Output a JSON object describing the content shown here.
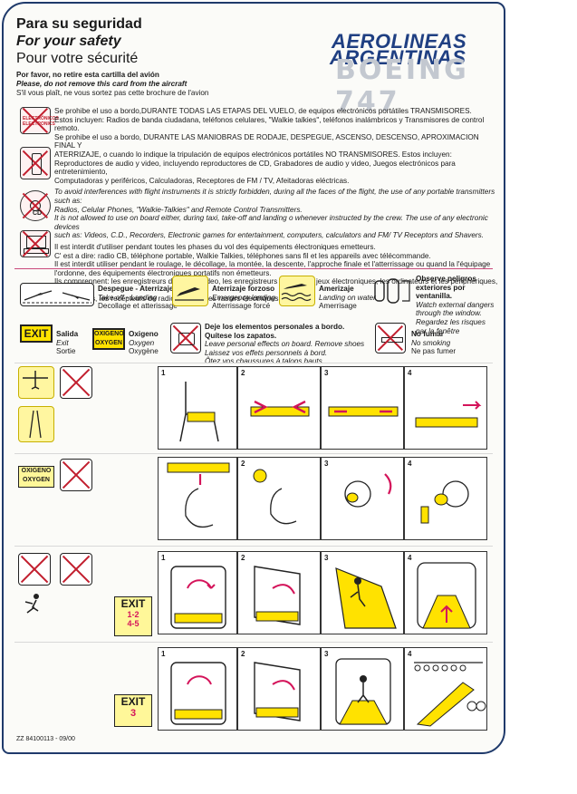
{
  "header": {
    "title_es": "Para su seguridad",
    "title_en": "For your safety",
    "title_fr": "Pour votre sécurité",
    "warn_es": "Por favor, no retire esta cartilla del avión",
    "warn_en": "Please, do not remove this card from the aircraft",
    "warn_fr": "S'il vous plaît, ne vous sortez pas cette brochure de l'avion",
    "brand_line1": "AEROLINEAS",
    "brand_line2": "ARGENTINAS",
    "aircraft": "BOEING 747"
  },
  "electronics": {
    "icon1_label": "ELECTRÓNICOS ELECTRONICS",
    "icon_cd": "CD",
    "es": [
      "Se prohibe el uso a bordo,DURANTE TODAS LAS ETAPAS DEL VUELO, de equipos electrónicos portátiles TRANSMISORES.",
      "Estos incluyen: Radios de banda ciudadana, teléfonos celulares, \"Walkie talkies\", teléfonos inalámbricos y Transmisores de control remoto.",
      "Se prohibe el uso a bordo, DURANTE LAS MANIOBRAS DE RODAJE, DESPEGUE, ASCENSO, DESCENSO, APROXIMACION FINAL Y",
      "ATERRIZAJE, o cuando lo indique la tripulación de equipos electrónicos portátiles NO TRANSMISORES. Estos incluyen:",
      "Reproductores de audio y video, incluyendo reproductores de CD, Grabadores de audio y video, Juegos electrónicos para entretenimiento,",
      "Computadoras y periféricos, Calculadoras, Receptores de FM / TV, Afeitadoras eléctricas."
    ],
    "en": [
      "To avoid interferences with flight instruments it is strictly forbidden, during all the faces of the flight, the use of any portable transmitters such as:",
      "Radios, Celular Phones, \"Walkie-Talkies\" and Remote Control Transmitters.",
      "It is not allowed to use on board either, during taxi, take-off and landing o whenever instructed by the crew. The use of any electronic devices",
      "such as: Videos, C.D., Recorders, Electronic games for entertainment, computers, calculators and FM/ TV Receptors and Shavers."
    ],
    "fr": [
      "Il est interdit d'utiliser pendant toutes les phases du vol des équipements électroniques emetteurs.",
      "C' est a dire: radio CB, téléphone portable, Walkie Talkies, téléphones sans fil et les appareils avec télécommande.",
      "Il est interdit utiliser pendant le roulage, le décollage, la montée, la descente, l'approche finale et l'atterrissage ou quand la l'équipage",
      "l'ordonne, des équipements électroniques portatifs non émetteurs.",
      "Ils comprennent: les enregistreurs de son et video, les enregistreurs de CD, les jeux électroniques, les ordinateurs et les péripheriques, les",
      "calculatrices, les recepteurs de radio ou TV et les rasoirs électriques."
    ]
  },
  "legend": {
    "takeoff": [
      "Despegue - Aterrizaje",
      "Take off - Landing",
      "Decollage et atterissage"
    ],
    "forced": [
      "Aterrizaje forzoso",
      "Emergency landing",
      "Atterrissage forcé"
    ],
    "water": [
      "Amerizaje",
      "Landing on water",
      "Amerrisage"
    ],
    "window": [
      "Observe peligros",
      "exteriores por ventanilla.",
      "Watch external dangers",
      "through the window.",
      "Regardez les risques",
      "par la fenêtre"
    ],
    "exit_label": "EXIT",
    "exit": [
      "Salida",
      "Exit",
      "Sortie"
    ],
    "oxygen_box": [
      "OXIGENO",
      "OXYGEN"
    ],
    "oxygen": [
      "Oxigeno",
      "Oxygen",
      "Oxygène"
    ],
    "belongings": [
      "Deje los elementos personales a bordo.",
      "Quítese los zapatos.",
      "Leave personal effects on board. Remove shoes",
      "Laissez vos effets personnels à bord.",
      "Ôtez vos chaussures à talons hauts."
    ],
    "nosmoking": [
      "No fumar",
      "No smoking",
      "Ne pas fumer"
    ]
  },
  "sections": {
    "oxygen_side": [
      "OXIGENO",
      "OXYGEN"
    ],
    "panel_numbers": [
      "1",
      "2",
      "3",
      "4"
    ],
    "exit_a_label": "EXIT",
    "exit_a_doors": [
      "1-2",
      "4-5"
    ],
    "exit_b_label": "EXIT",
    "exit_b_door": "3"
  },
  "footer": {
    "code": "ZZ 84100113 - 09/00"
  },
  "colors": {
    "brand": "#1f3f82",
    "yellow": "#ffe200",
    "red": "#c21e2e",
    "magenta": "#d4145a"
  }
}
